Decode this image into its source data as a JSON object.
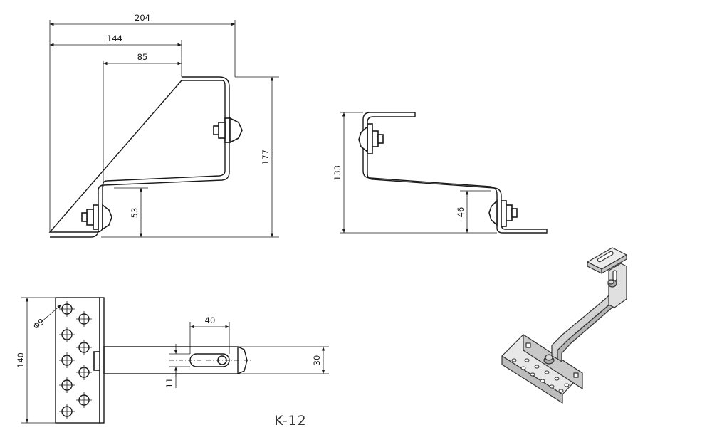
{
  "drawing": {
    "model": "K-12",
    "dims": {
      "total_width": "204",
      "mid_width": "144",
      "inner_width": "85",
      "height_front": "177",
      "step_front": "53",
      "height_side": "133",
      "step_side": "46",
      "plate_height": "140",
      "hole_dia": "Φ9",
      "slot_len": "40",
      "arm_width": "30",
      "slot_width": "11"
    }
  }
}
